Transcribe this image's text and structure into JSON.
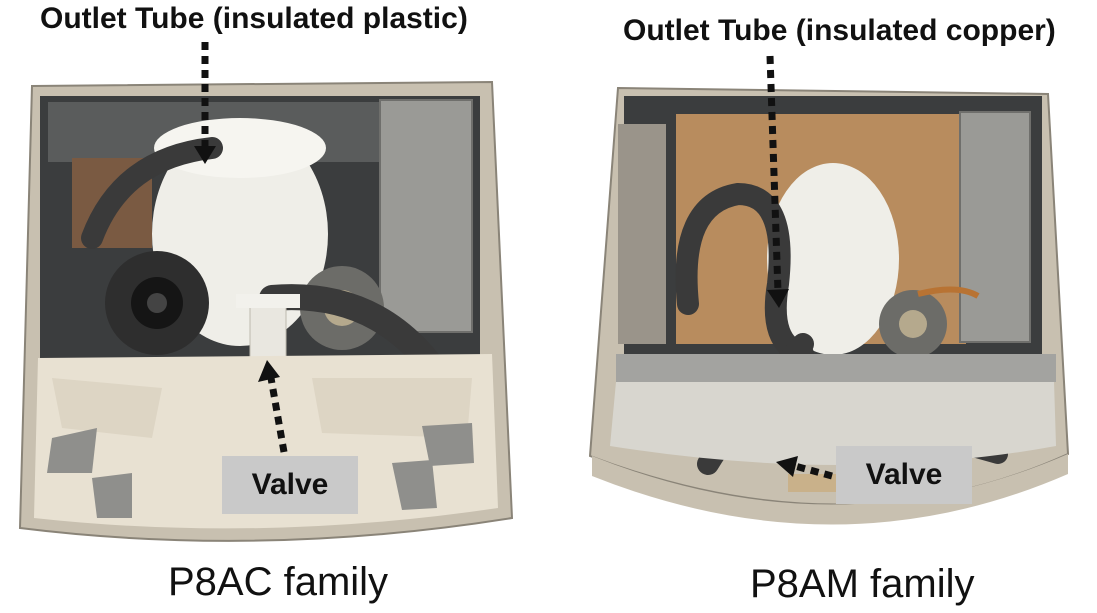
{
  "left": {
    "outlet_label": "Outlet Tube (insulated plastic)",
    "valve_label": "Valve",
    "caption": "P8AC family"
  },
  "right": {
    "outlet_label": "Outlet Tube (insulated copper)",
    "valve_label": "Valve",
    "caption": "P8AM family"
  },
  "colors": {
    "arrow": "#111111",
    "valve_box": "#c9c9c9",
    "hose": "#3a3a3a",
    "housing": "#c8c0b0",
    "panel": "#9a9a96",
    "insulation_white": "#efeee8",
    "cardboard": "#b88c5e"
  }
}
